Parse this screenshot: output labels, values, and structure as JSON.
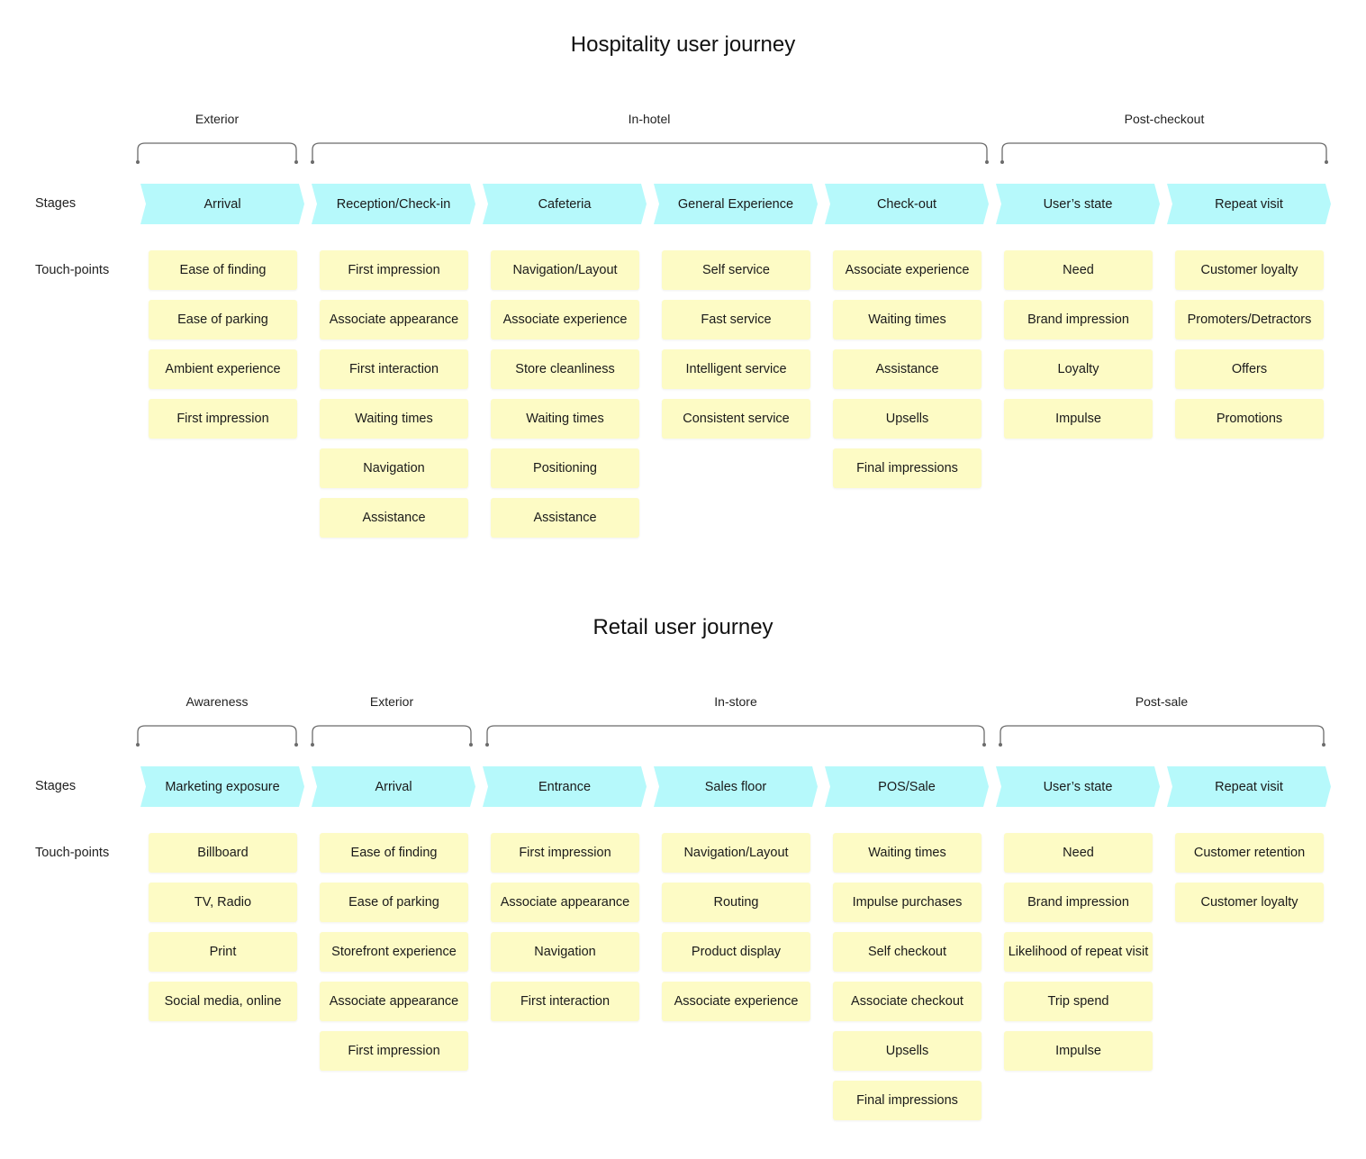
{
  "journeys": [
    {
      "title": "Hospitality user journey",
      "row_labels": {
        "stages": "Stages",
        "touchpoints": "Touch-points"
      },
      "phases": [
        {
          "label": "Exterior"
        },
        {
          "label": "In-hotel"
        },
        {
          "label": "Post-checkout"
        }
      ],
      "stages": [
        {
          "name": "Arrival",
          "touchpoints": [
            "Ease of finding",
            "Ease of parking",
            "Ambient experience",
            "First impression"
          ]
        },
        {
          "name": "Reception/Check-in",
          "touchpoints": [
            "First impression",
            "Associate appearance",
            "First interaction",
            "Waiting times",
            "Navigation",
            "Assistance"
          ]
        },
        {
          "name": "Cafeteria",
          "touchpoints": [
            "Navigation/Layout",
            "Associate experience",
            "Store cleanliness",
            "Waiting times",
            "Positioning",
            "Assistance"
          ]
        },
        {
          "name": "General Experience",
          "touchpoints": [
            "Self service",
            "Fast service",
            "Intelligent service",
            "Consistent service"
          ]
        },
        {
          "name": "Check-out",
          "touchpoints": [
            "Associate experience",
            "Waiting times",
            "Assistance",
            "Upsells",
            "Final impressions"
          ]
        },
        {
          "name": "User’s state",
          "touchpoints": [
            "Need",
            "Brand impression",
            "Loyalty",
            "Impulse"
          ]
        },
        {
          "name": "Repeat visit",
          "touchpoints": [
            "Customer loyalty",
            "Promoters/Detractors",
            "Offers",
            "Promotions"
          ]
        }
      ]
    },
    {
      "title": "Retail user journey",
      "row_labels": {
        "stages": "Stages",
        "touchpoints": "Touch-points"
      },
      "phases": [
        {
          "label": "Awareness"
        },
        {
          "label": "Exterior"
        },
        {
          "label": "In-store"
        },
        {
          "label": "Post-sale"
        }
      ],
      "stages": [
        {
          "name": "Marketing exposure",
          "touchpoints": [
            "Billboard",
            "TV, Radio",
            "Print",
            "Social media, online"
          ]
        },
        {
          "name": "Arrival",
          "touchpoints": [
            "Ease of finding",
            "Ease of parking",
            "Storefront experience",
            "Associate appearance",
            "First impression"
          ]
        },
        {
          "name": "Entrance",
          "touchpoints": [
            "First impression",
            "Associate appearance",
            "Navigation",
            "First interaction"
          ]
        },
        {
          "name": "Sales floor",
          "touchpoints": [
            "Navigation/Layout",
            "Routing",
            "Product display",
            "Associate experience"
          ]
        },
        {
          "name": "POS/Sale",
          "touchpoints": [
            "Waiting times",
            "Impulse purchases",
            "Self checkout",
            "Associate checkout",
            "Upsells",
            "Final impressions"
          ]
        },
        {
          "name": "User’s state",
          "touchpoints": [
            "Need",
            "Brand impression",
            "Likelihood of repeat visit",
            "Trip spend",
            "Impulse"
          ]
        },
        {
          "name": "Repeat visit",
          "touchpoints": [
            "Customer retention",
            "Customer loyalty"
          ]
        }
      ]
    }
  ]
}
